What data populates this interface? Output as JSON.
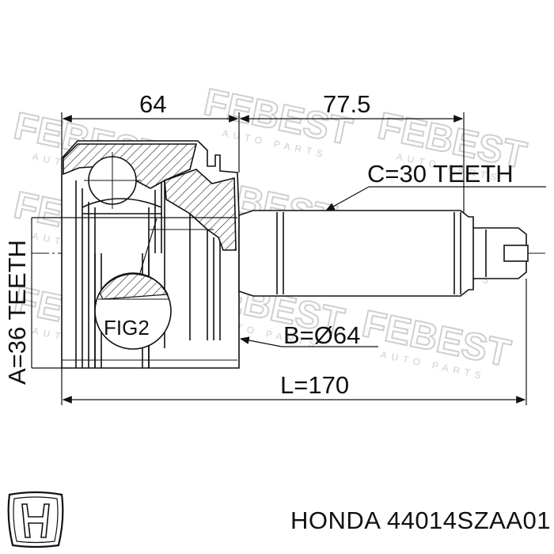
{
  "dimensions": {
    "housing_length": "64",
    "shaft_length": "77.5",
    "splines_c": "C=30 TEETH",
    "splines_a": "A=36 TEETH",
    "diameter_b": "B=Ø64",
    "total_length": "L=170",
    "figure_label": "FIG2"
  },
  "watermark": {
    "text": "FEBEST",
    "subtext": "AUTO PARTS"
  },
  "caption": {
    "brand_part": "HONDA 44014SZAA01"
  },
  "colors": {
    "line": "#111111",
    "watermark": "#cfcfcf"
  }
}
